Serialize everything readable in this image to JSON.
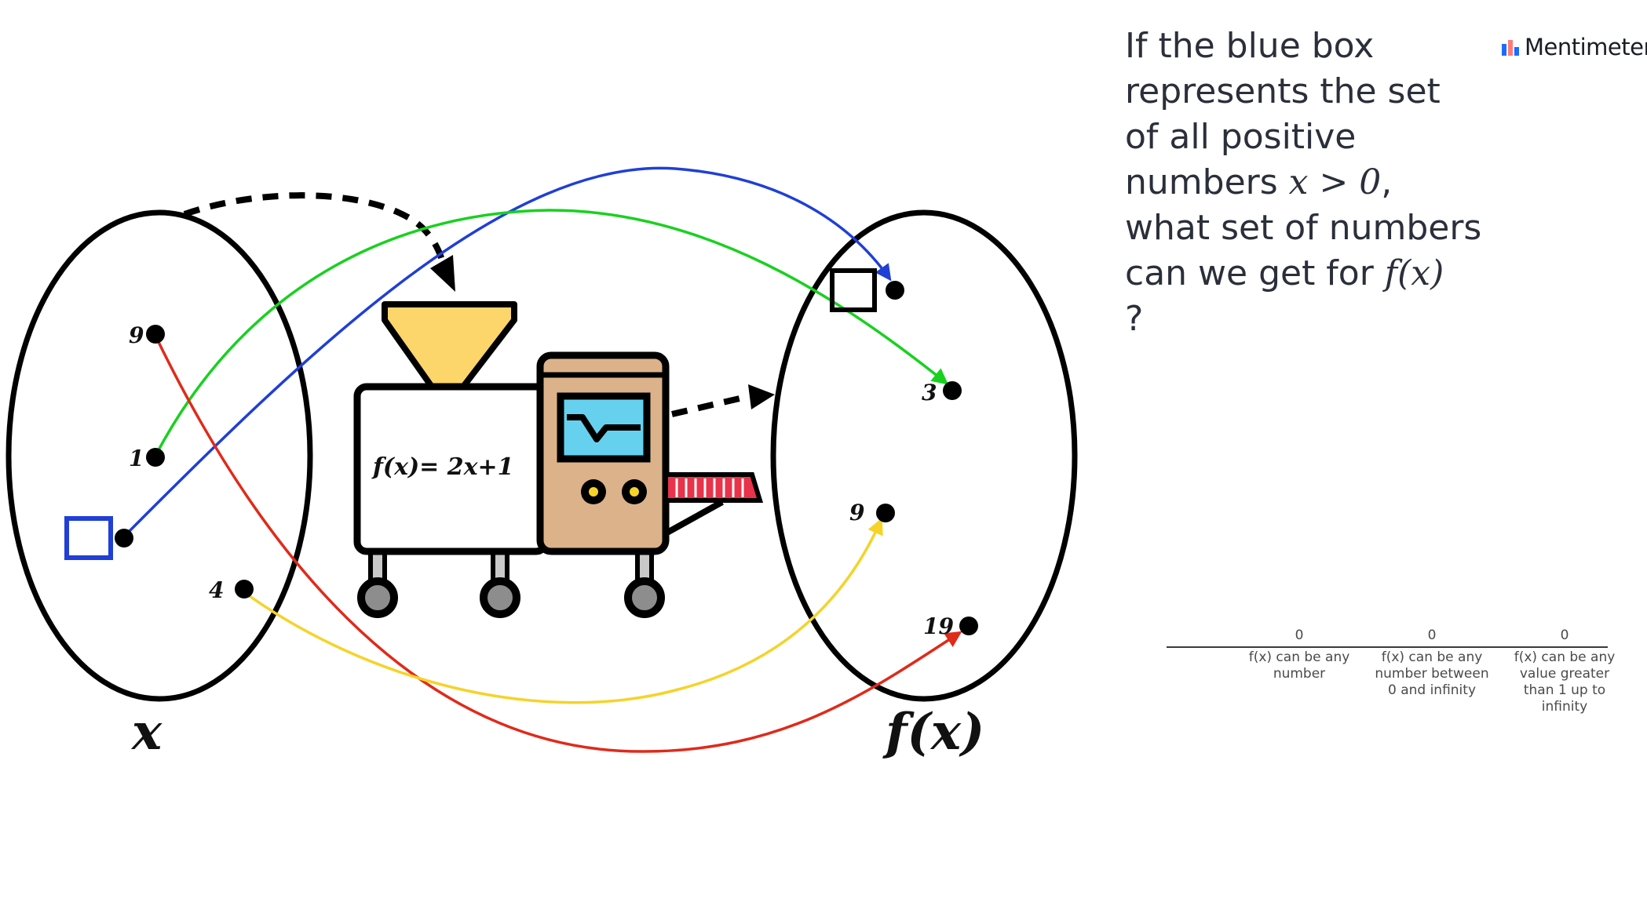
{
  "diagram": {
    "domain_label": "x",
    "codomain_label": "f(x)",
    "machine_formula": "f(x)=  2x+1",
    "domain_points": [
      "9",
      "1",
      "4"
    ],
    "codomain_points": [
      "3",
      "9",
      "19"
    ]
  },
  "question": {
    "lines": [
      "If the blue box",
      "represents the set",
      "of all positive",
      "numbers ",
      "what set of numbers",
      "can we get for ",
      "?"
    ],
    "math_inline_1": "x > 0",
    "math_inline_2": "f(x)"
  },
  "brand": {
    "name": "Mentimeter"
  },
  "results": {
    "options": [
      {
        "count": "0",
        "label": "f(x) can be any number"
      },
      {
        "count": "0",
        "label": "f(x) can be any number between 0 and infinity"
      },
      {
        "count": "0",
        "label": "f(x) can be any value greater than 1 up to infinity"
      }
    ]
  },
  "colors": {
    "blue": "#1f3fd6",
    "green": "#18d11f",
    "red": "#e02a1a",
    "yellow": "#f5d32a",
    "hopper": "#fcd56b",
    "cabinet": "#dcb28a",
    "screen": "#66d1ee",
    "belt": "#e8334a"
  }
}
